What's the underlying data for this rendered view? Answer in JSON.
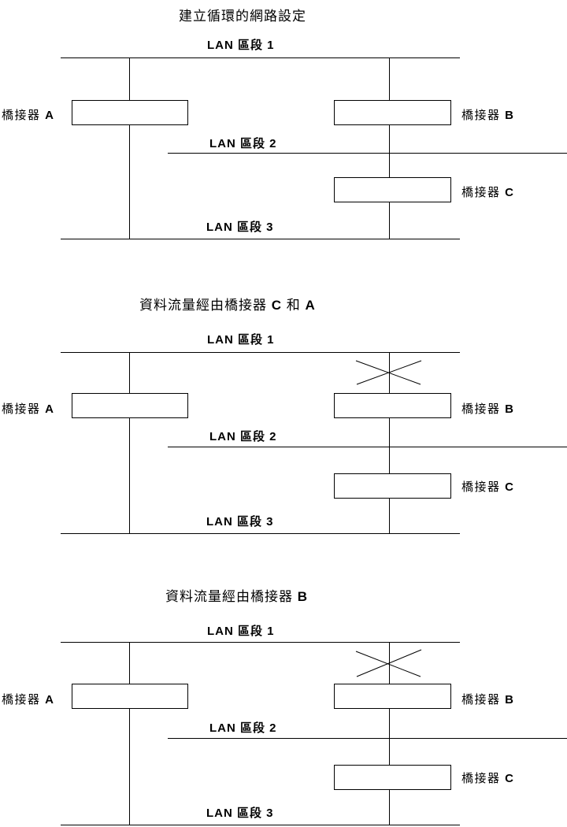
{
  "colors": {
    "background": "#ffffff",
    "line": "#000000",
    "text": "#000000"
  },
  "diagrams": [
    {
      "title_prefix": "建立循環的網路設定",
      "title_bold1": "",
      "title_mid": "",
      "title_bold2": "",
      "lan1_label": "LAN 區段 1",
      "lan2_label": "LAN 區段 2",
      "lan3_label": "LAN 區段 3",
      "bridge_prefix": "橋接器 ",
      "bridge_a_letter": "A",
      "bridge_b_letter": "B",
      "bridge_c_letter": "C",
      "blocked_link": false
    },
    {
      "title_prefix": "資料流量經由橋接器 ",
      "title_bold1": "C",
      "title_mid": " 和 ",
      "title_bold2": "A",
      "lan1_label": "LAN 區段 1",
      "lan2_label": "LAN 區段 2",
      "lan3_label": "LAN 區段 3",
      "bridge_prefix": "橋接器 ",
      "bridge_a_letter": "A",
      "bridge_b_letter": "B",
      "bridge_c_letter": "C",
      "blocked_link": true
    },
    {
      "title_prefix": "資料流量經由橋接器 ",
      "title_bold1": "B",
      "title_mid": "",
      "title_bold2": "",
      "lan1_label": "LAN 區段 1",
      "lan2_label": "LAN 區段 2",
      "lan3_label": "LAN 區段 3",
      "bridge_prefix": "橋接器 ",
      "bridge_a_letter": "A",
      "bridge_b_letter": "B",
      "bridge_c_letter": "C",
      "blocked_link": true
    }
  ]
}
